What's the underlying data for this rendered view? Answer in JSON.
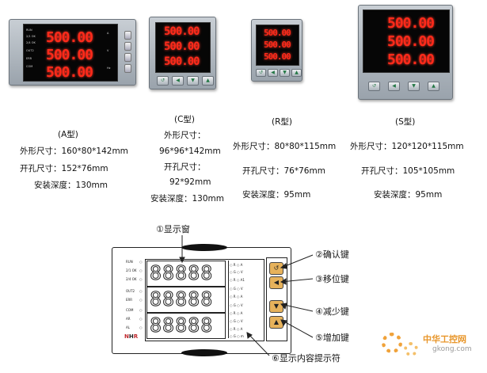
{
  "meters": {
    "a": {
      "readings": [
        "500.00",
        "500.00",
        "500.00"
      ]
    },
    "c": {
      "readings": [
        "500.00",
        "500.00",
        "500.00"
      ]
    },
    "r": {
      "readings": [
        "500.00",
        "500.00",
        "500.00"
      ]
    },
    "s": {
      "readings": [
        "500.00",
        "500.00",
        "500.00"
      ]
    }
  },
  "specs": {
    "a": {
      "title": "(A型)",
      "outline": "外形尺寸：160*80*142mm",
      "cutout": "开孔尺寸：152*76mm",
      "depth": "安装深度：130mm"
    },
    "c": {
      "title": "(C型)",
      "outline_label": "外形尺寸：",
      "outline_value": "96*96*142mm",
      "cutout_label": "开孔尺寸：",
      "cutout_value": "92*92mm",
      "depth": "安装深度：130mm"
    },
    "r": {
      "title": "(R型)",
      "outline": "外形尺寸：80*80*115mm",
      "cutout": "开孔尺寸：76*76mm",
      "depth": "安装深度：95mm"
    },
    "s": {
      "title": "(S型)",
      "outline": "外形尺寸：120*120*115mm",
      "cutout": "开孔尺寸：105*105mm",
      "depth": "安装深度：95mm"
    }
  },
  "diagram": {
    "readings": [
      "88888",
      "88888",
      "88888"
    ],
    "left_labels": [
      "RUN",
      "2/1 OK",
      "2/4 OK",
      "OUT2",
      "ERR",
      "COM",
      "AR",
      "AL"
    ],
    "indicators_a": [
      "R",
      "G",
      "R",
      "G",
      "R",
      "G",
      "R",
      "G",
      "R",
      "G"
    ],
    "indicators_b": [
      "A",
      "V",
      "A1",
      "V",
      "A",
      "V",
      "A",
      "V",
      "A",
      "m"
    ],
    "callouts": {
      "display": "①显示窗",
      "confirm": "②确认键",
      "shift": "③移位键",
      "decrease": "④减少键",
      "increase": "⑤增加键",
      "prompt": "⑥显示内容提示符"
    }
  },
  "watermark": {
    "title": "中华工控网",
    "url": "gkong.com"
  }
}
